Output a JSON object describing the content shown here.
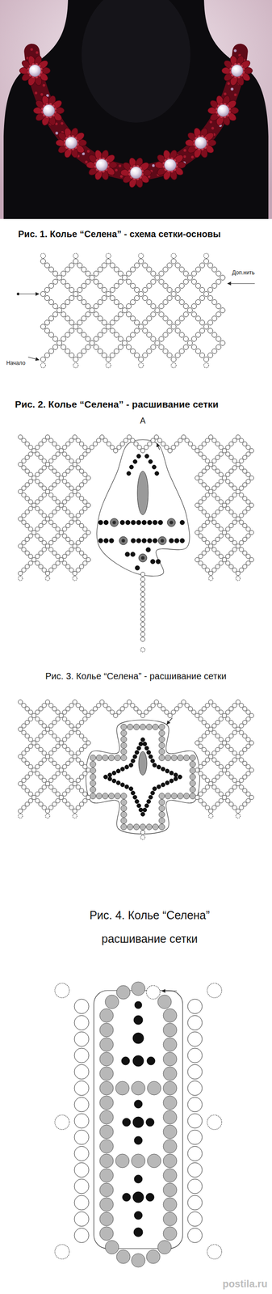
{
  "diagram": {
    "labels": [
      "Рис. 1. Колье “Селена” - схема сетки-основы",
      "Доп.нить",
      "Начало",
      "Рис. 2. Колье “Селена” - расшивание сетки",
      "A",
      "Рис. 3. Колье “Селена” - расшивание сетки",
      "Рис. 4. Колье “Селена” расшивание сетки",
      "postila.ru"
    ]
  }
}
